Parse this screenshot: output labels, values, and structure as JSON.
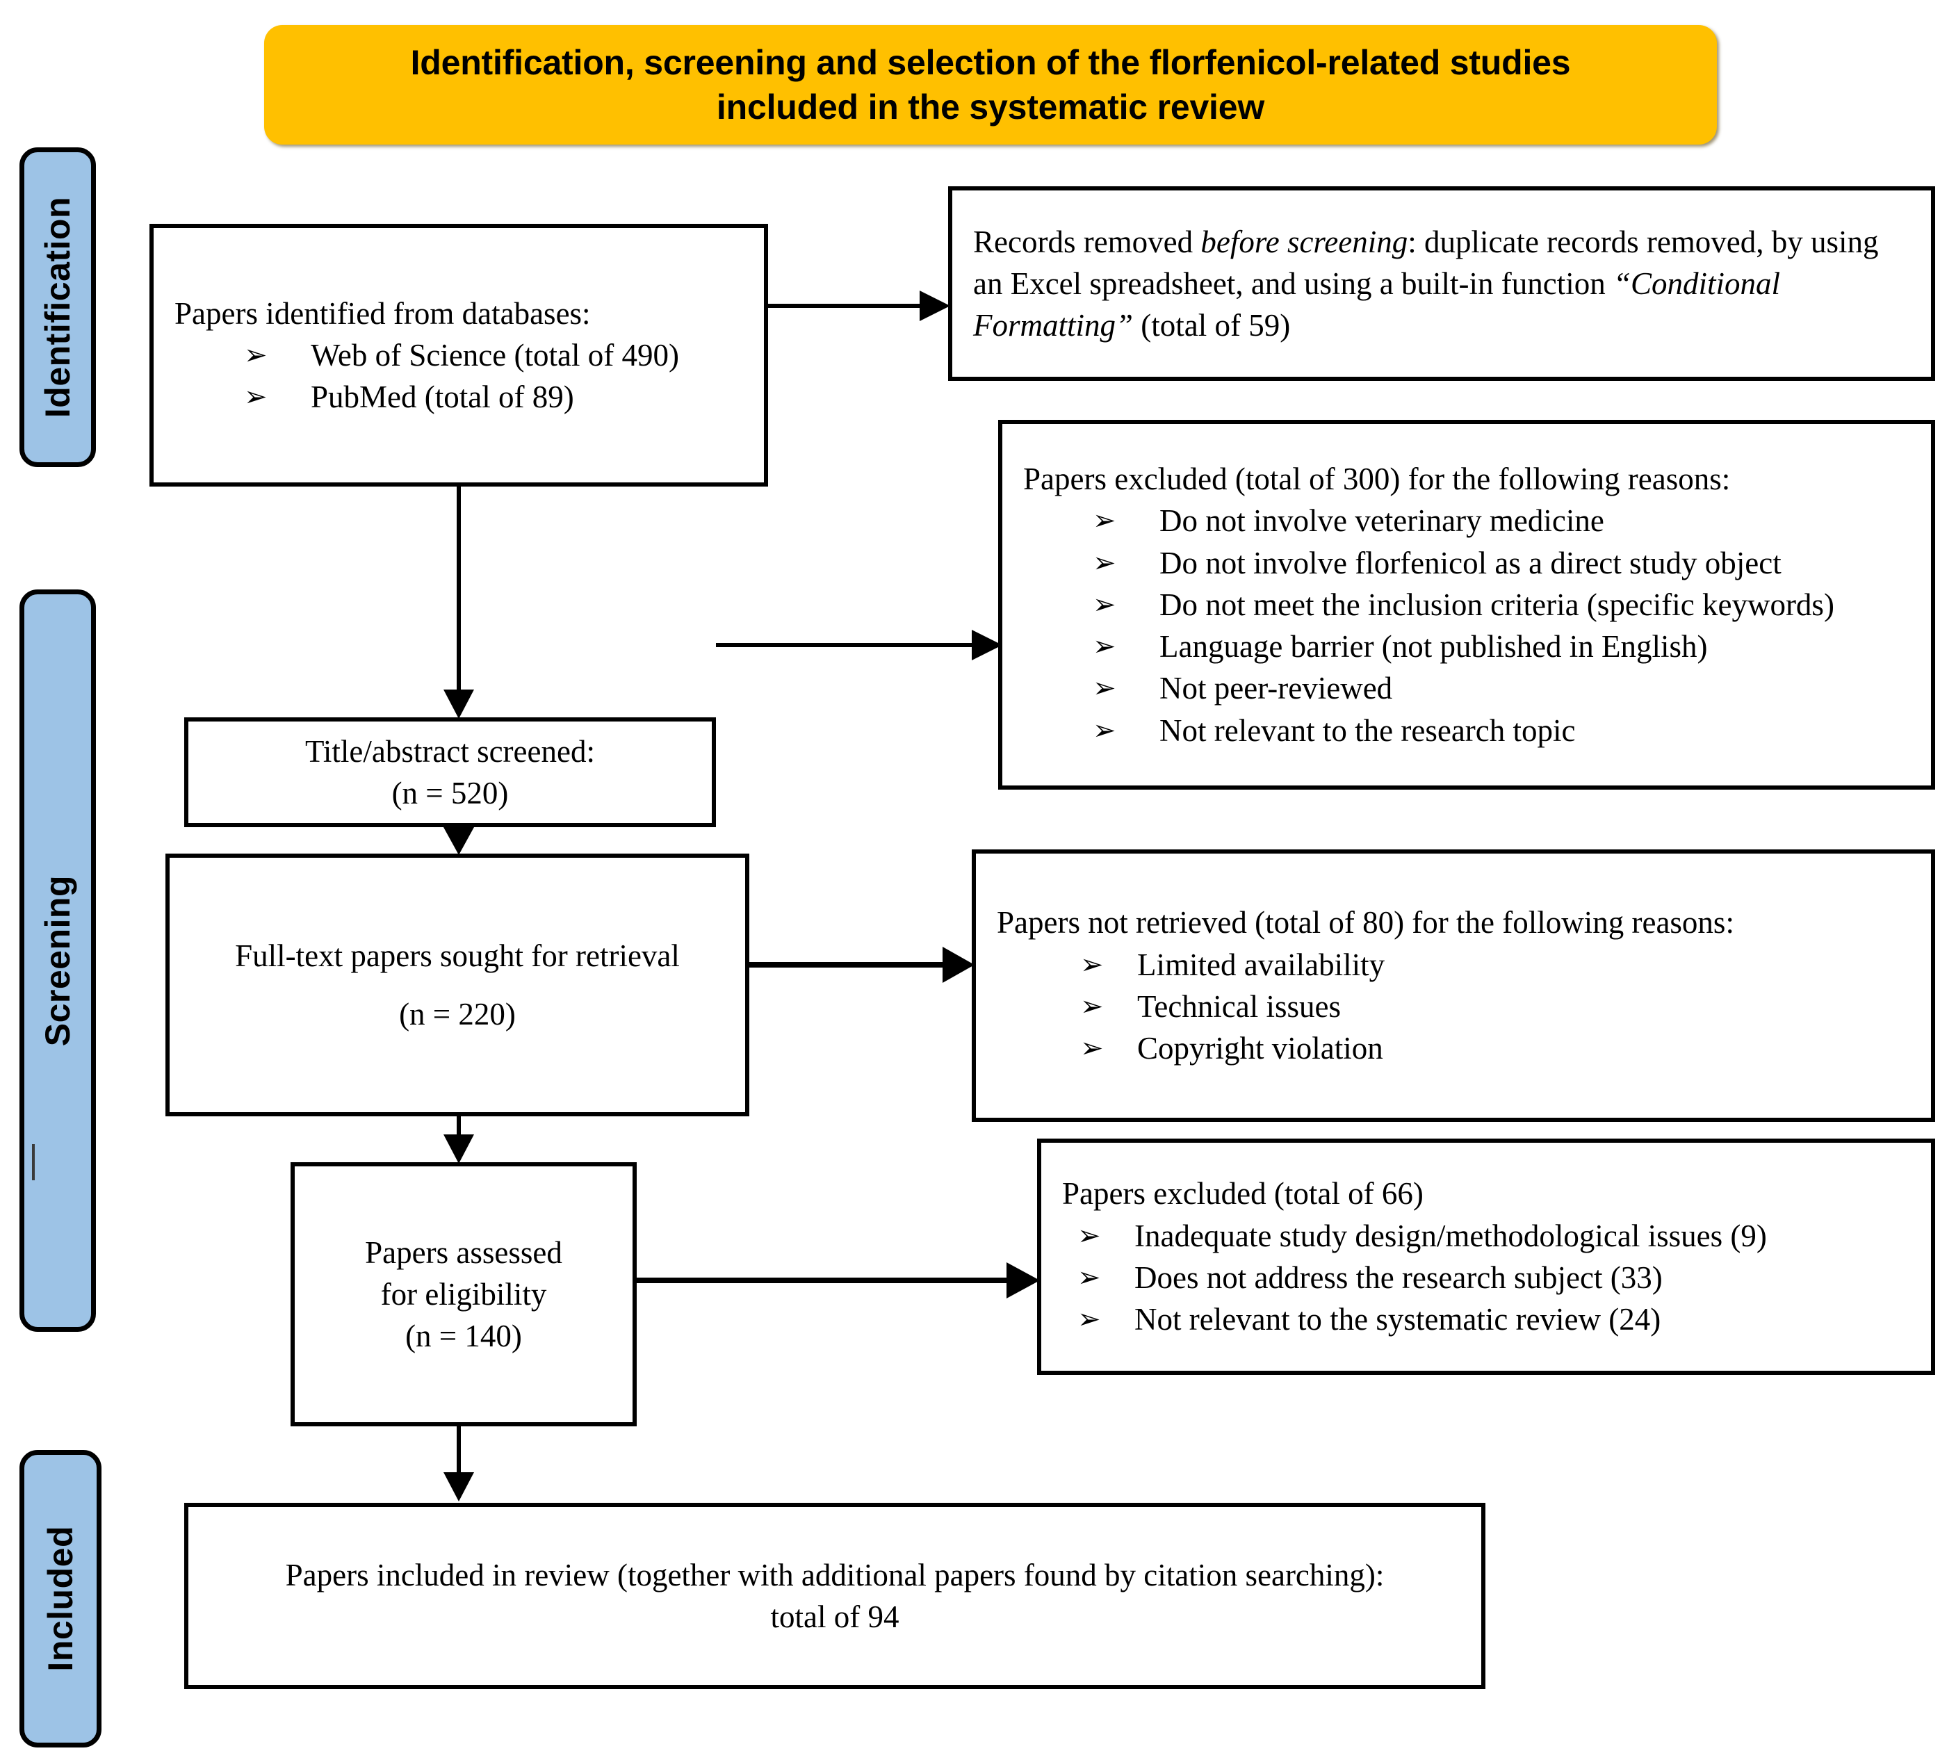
{
  "title": {
    "text": "Identification, screening and selection of the florfenicol-related studies\nincluded in the systematic review",
    "background_color": "#FFC000"
  },
  "colors": {
    "stage_tab_fill": "#9DC3E6",
    "box_border": "#000000",
    "banner_fill": "#FFC000",
    "page_background": "#FFFFFF"
  },
  "stages": [
    {
      "id": "identification",
      "label": "Identification"
    },
    {
      "id": "screening",
      "label": "Screening"
    },
    {
      "id": "included",
      "label": "Included"
    }
  ],
  "boxes": {
    "identified": {
      "lead": "Papers identified from databases:",
      "bullet_marker": "➢",
      "items": [
        "Web of Science (total of 490)",
        "PubMed (total of 89)"
      ]
    },
    "removed_before_screening": {
      "part1": "Records removed ",
      "italic1": "before screening",
      "part2": ": duplicate records removed, by using an Excel spreadsheet, and using a built-in function ",
      "italic2": "“Conditional Formatting”",
      "part3": " (total of 59)"
    },
    "title_abstract_screened": {
      "line1": "Title/abstract screened:",
      "line2": "(n = 520)"
    },
    "excluded_300": {
      "lead": "Papers excluded (total of 300) for the following reasons:",
      "bullet_marker": "➢",
      "items": [
        "Do not involve veterinary medicine",
        "Do not involve florfenicol as a direct study object",
        "Do not meet the inclusion criteria (specific keywords)",
        "Language barrier (not published in English)",
        "Not peer-reviewed",
        "Not relevant to the research topic"
      ]
    },
    "fulltext_sought": {
      "line1": "Full-text papers sought for retrieval",
      "line2": "(n = 220)"
    },
    "not_retrieved": {
      "lead": "Papers not retrieved (total of 80) for the following reasons:",
      "bullet_marker": "➢",
      "items": [
        "Limited availability",
        "Technical issues",
        "Copyright violation"
      ]
    },
    "assessed_eligibility": {
      "line1": "Papers assessed",
      "line2": "for eligibility",
      "line3": "(n = 140)"
    },
    "excluded_66": {
      "lead": "Papers excluded (total of 66)",
      "bullet_marker": "➢",
      "items": [
        "Inadequate study design/methodological issues (9)",
        "Does not address the research subject (33)",
        "Not relevant to the systematic review (24)"
      ]
    },
    "included_in_review": {
      "line1": "Papers included in review (together with additional papers found by citation searching):",
      "line2": "total of 94"
    }
  },
  "chart_data": {
    "type": "diagram",
    "title": "Identification, screening and selection of the florfenicol-related studies included in the systematic review",
    "diagram_kind": "PRISMA flow diagram",
    "stages": [
      "Identification",
      "Screening",
      "Included"
    ],
    "counts": {
      "web_of_science": 490,
      "pubmed": 89,
      "duplicates_removed_before_screening": 59,
      "title_abstract_screened": 520,
      "excluded_after_screening": 300,
      "fulltext_sought_for_retrieval": 220,
      "not_retrieved": 80,
      "assessed_for_eligibility": 140,
      "excluded_at_eligibility": 66,
      "excluded_inadequate_design": 9,
      "excluded_not_addressing_subject": 33,
      "excluded_not_relevant": 24,
      "included_in_review": 94
    }
  }
}
